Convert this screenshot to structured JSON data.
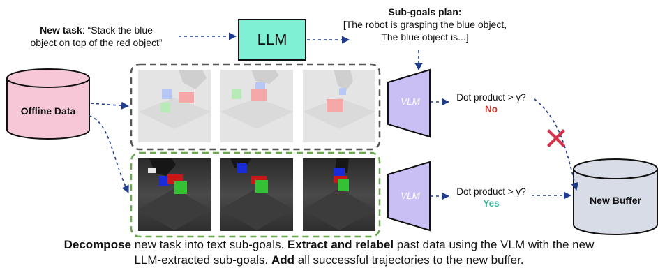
{
  "new_task": {
    "label": "New task",
    "line1": ": “Stack the blue",
    "line2": "object on top of the red object”"
  },
  "llm": {
    "label": "LLM",
    "fill": "#7ff0d3"
  },
  "subgoals": {
    "title": "Sub-goals plan:",
    "line1": "[The robot is grasping the blue object,",
    "line2": "The blue object is...]"
  },
  "offline_data": {
    "label": "Offline Data",
    "fill": "#f6c7d6"
  },
  "vlm_top": {
    "label": "VLM",
    "fill": "#c9bff5"
  },
  "vlm_bottom": {
    "label": "VLM",
    "fill": "#c9bff5"
  },
  "check_top": {
    "question": "Dot product > γ?",
    "answer": "No",
    "answer_color": "#c0392b"
  },
  "check_bottom": {
    "question": "Dot product > γ?",
    "answer": "Yes",
    "answer_color": "#3cb39c"
  },
  "reject_icon": "x-mark-icon",
  "new_buffer": {
    "label": "New Buffer",
    "fill": "#d7dce6"
  },
  "caption": {
    "b1": "Decompose",
    "t1": " new task into text sub-goals. ",
    "b2": "Extract and relabel",
    "t2": " past data using the VLM with the new",
    "t3": "LLM-extracted sub-goals. ",
    "b3": "Add",
    "t4": " all successful trajectories to the new buffer."
  },
  "colors": {
    "arrow": "#1f3d8c",
    "failed_group_border": "#555555",
    "success_group_border": "#6aa84f"
  }
}
